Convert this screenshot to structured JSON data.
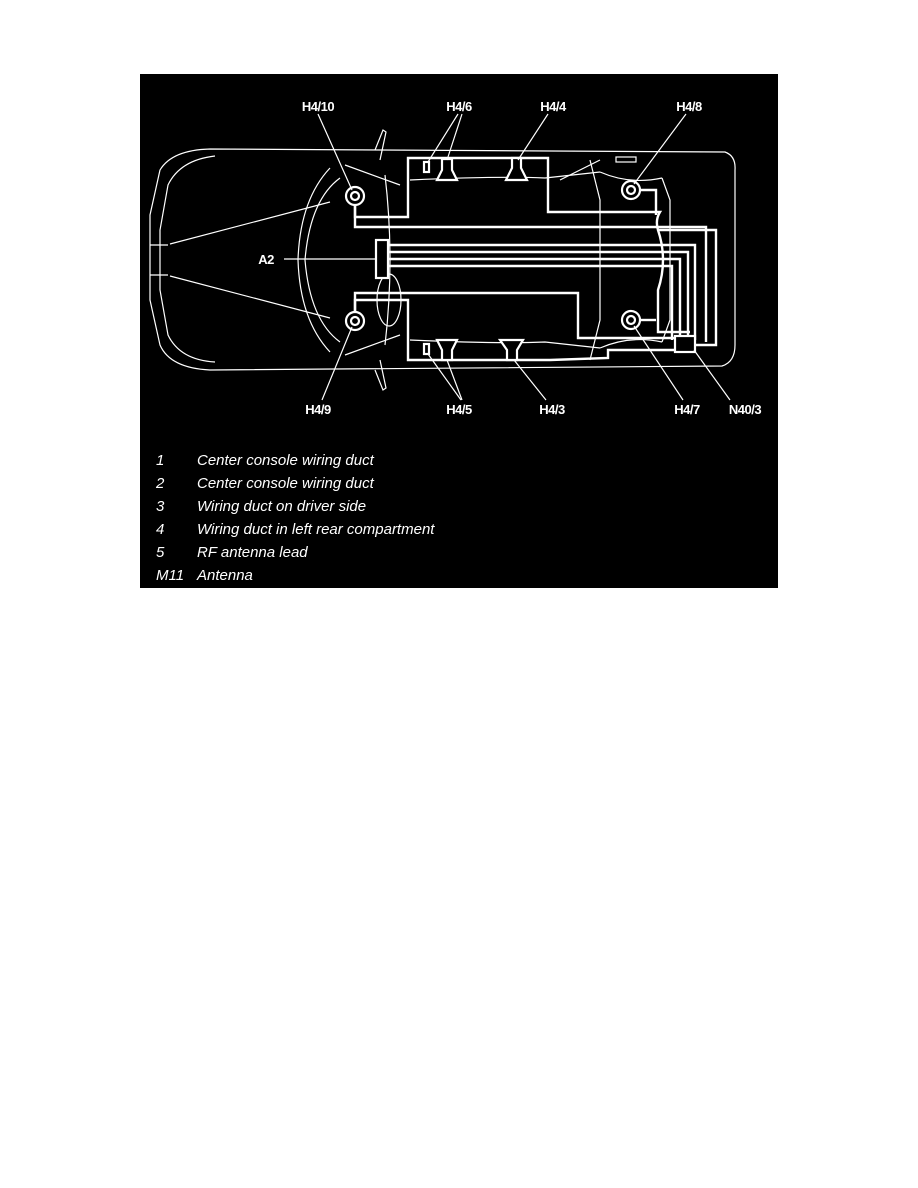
{
  "diagram": {
    "labels": {
      "h4_10": "H4/10",
      "h4_6": "H4/6",
      "h4_4": "H4/4",
      "h4_8": "H4/8",
      "a2": "A2",
      "h4_9": "H4/9",
      "h4_5": "H4/5",
      "h4_3": "H4/3",
      "h4_7": "H4/7",
      "n40_3": "N40/3"
    },
    "legend": [
      {
        "key": "1",
        "text": "Center console wiring duct"
      },
      {
        "key": "2",
        "text": "Center console wiring duct"
      },
      {
        "key": "3",
        "text": "Wiring duct on driver side"
      },
      {
        "key": "4",
        "text": "Wiring duct in left rear compartment"
      },
      {
        "key": "5",
        "text": "RF antenna lead"
      },
      {
        "key": "M11",
        "text": "Antenna"
      }
    ],
    "colors": {
      "background": "#000000",
      "lines": "#ffffff"
    }
  }
}
